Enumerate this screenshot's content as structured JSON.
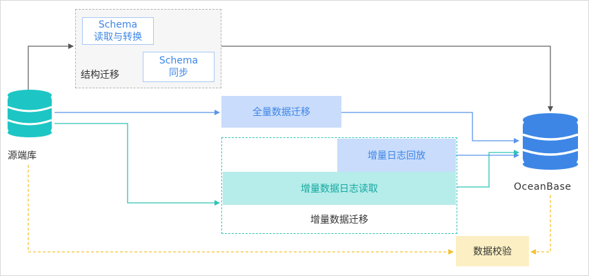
{
  "diagram": {
    "source": {
      "label": "源端库",
      "color": "#1dc6c4"
    },
    "target": {
      "label": "OceanBase",
      "color": "#3d86e6"
    },
    "schema_migration": {
      "label": "结构迁移",
      "read_convert": {
        "line1": "Schema",
        "line2": "读取与转换"
      },
      "sync": {
        "line1": "Schema",
        "line2": "同步"
      }
    },
    "full_migration": {
      "label": "全量数据迁移"
    },
    "incremental_migration": {
      "label": "增量数据迁移",
      "log_replay": "增量日志回放",
      "log_read": "增量数据日志读取"
    },
    "verification": {
      "label": "数据校验"
    },
    "colors": {
      "schema_line": "#666666",
      "full_line": "#5b95ec",
      "incremental_line": "#2ec4b6",
      "verify_line": "#f5c12e"
    }
  }
}
